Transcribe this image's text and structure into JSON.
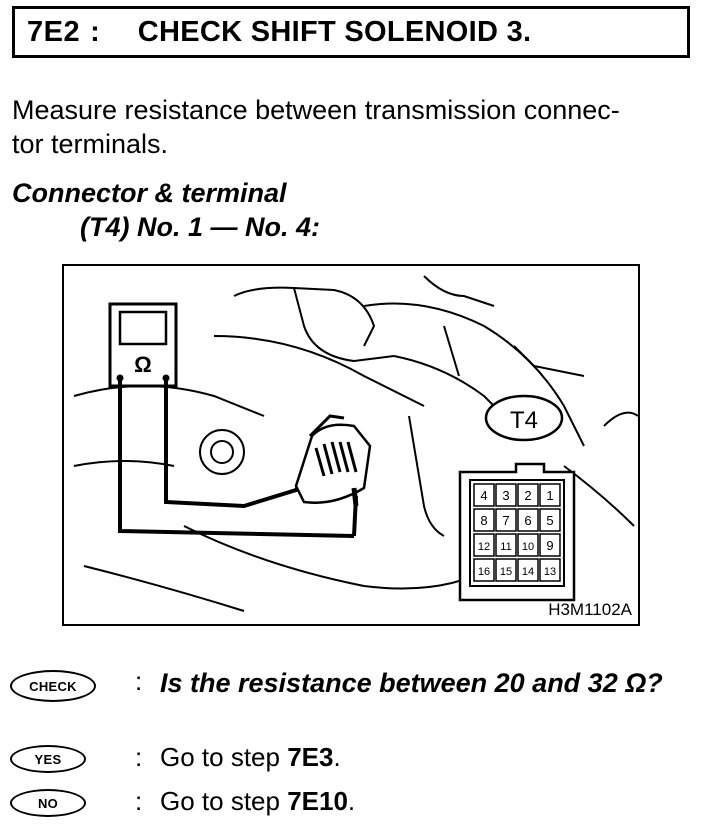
{
  "header": {
    "code": "7E2",
    "separator": ":",
    "title": "CHECK SHIFT SOLENOID 3."
  },
  "instruction": "Measure resistance between transmission connec-tor terminals.",
  "instruction_lines": [
    "Measure resistance between transmission connec-",
    "tor terminals."
  ],
  "spec": {
    "label": "Connector & terminal",
    "value": "(T4) No. 1 — No. 4:"
  },
  "figure": {
    "meter_symbol": "Ω",
    "connector_tag": "T4",
    "terminal_rows": [
      [
        "4",
        "3",
        "2",
        "1"
      ],
      [
        "8",
        "7",
        "6",
        "5"
      ],
      [
        "12",
        "11",
        "10",
        "9"
      ],
      [
        "16",
        "15",
        "14",
        "13"
      ]
    ],
    "reference_code": "H3M1102A"
  },
  "check": {
    "badge": "CHECK",
    "colon": ":",
    "question": "Is the resistance between 20 and 32 Ω?"
  },
  "yes": {
    "badge": "YES",
    "colon": ":",
    "prefix": "Go to step ",
    "step": "7E3",
    "suffix": "."
  },
  "no": {
    "badge": "NO",
    "colon": ":",
    "prefix": "Go to step ",
    "step": "7E10",
    "suffix": "."
  }
}
